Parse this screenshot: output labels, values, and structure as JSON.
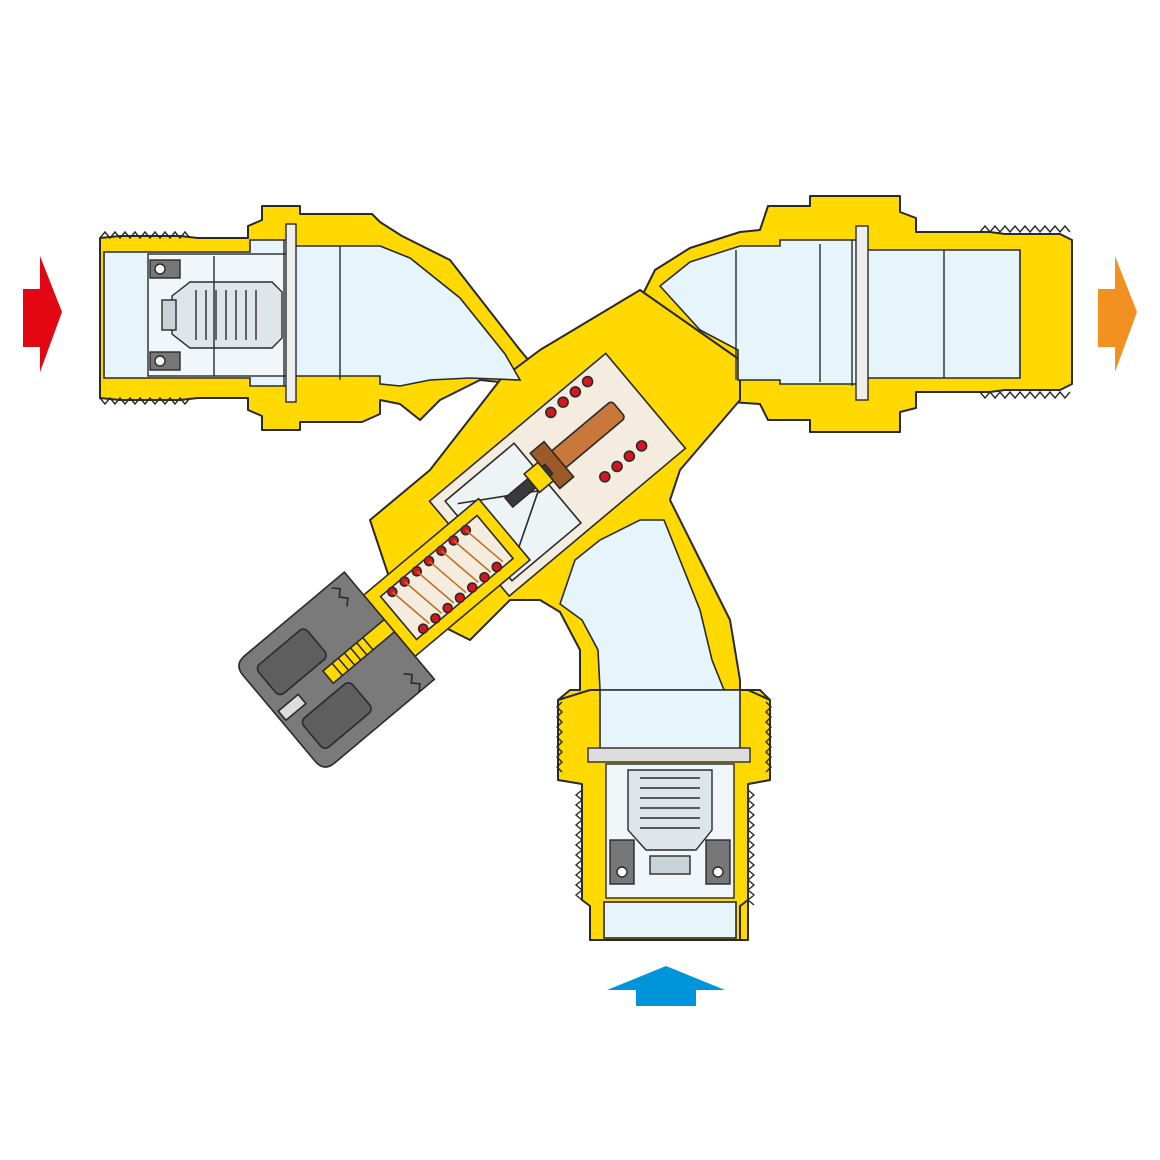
{
  "diagram": {
    "kind": "thermostatic mixing valve cross-section",
    "labels": [],
    "colors": {
      "background": "#ffffff",
      "brass_body": "#ffd900",
      "brass_outline": "#2a2a2a",
      "water": "#e6f4fb",
      "internal_parts": "#f4ecdf",
      "knob": "#7a7a7a",
      "knob_dark": "#5e5e5e",
      "wax_element": "#c8783a",
      "spring": "#d8141e",
      "hot_arrow": "#e30613",
      "mixed_arrow": "#f39120",
      "cold_arrow": "#0095db"
    },
    "flows": [
      {
        "name": "hot-inlet-arrow",
        "direction": "right",
        "color_key": "hot_arrow"
      },
      {
        "name": "mixed-outlet-arrow",
        "direction": "right",
        "color_key": "mixed_arrow"
      },
      {
        "name": "cold-inlet-arrow",
        "direction": "up",
        "color_key": "cold_arrow"
      }
    ],
    "parts": [
      "left-inlet-connector",
      "left-check-valve",
      "right-outlet-connector",
      "bottom-inlet-connector",
      "bottom-check-valve",
      "valve-body",
      "thermostatic-cartridge",
      "wax-thermostat-element",
      "return-spring",
      "adjustment-knob"
    ]
  }
}
